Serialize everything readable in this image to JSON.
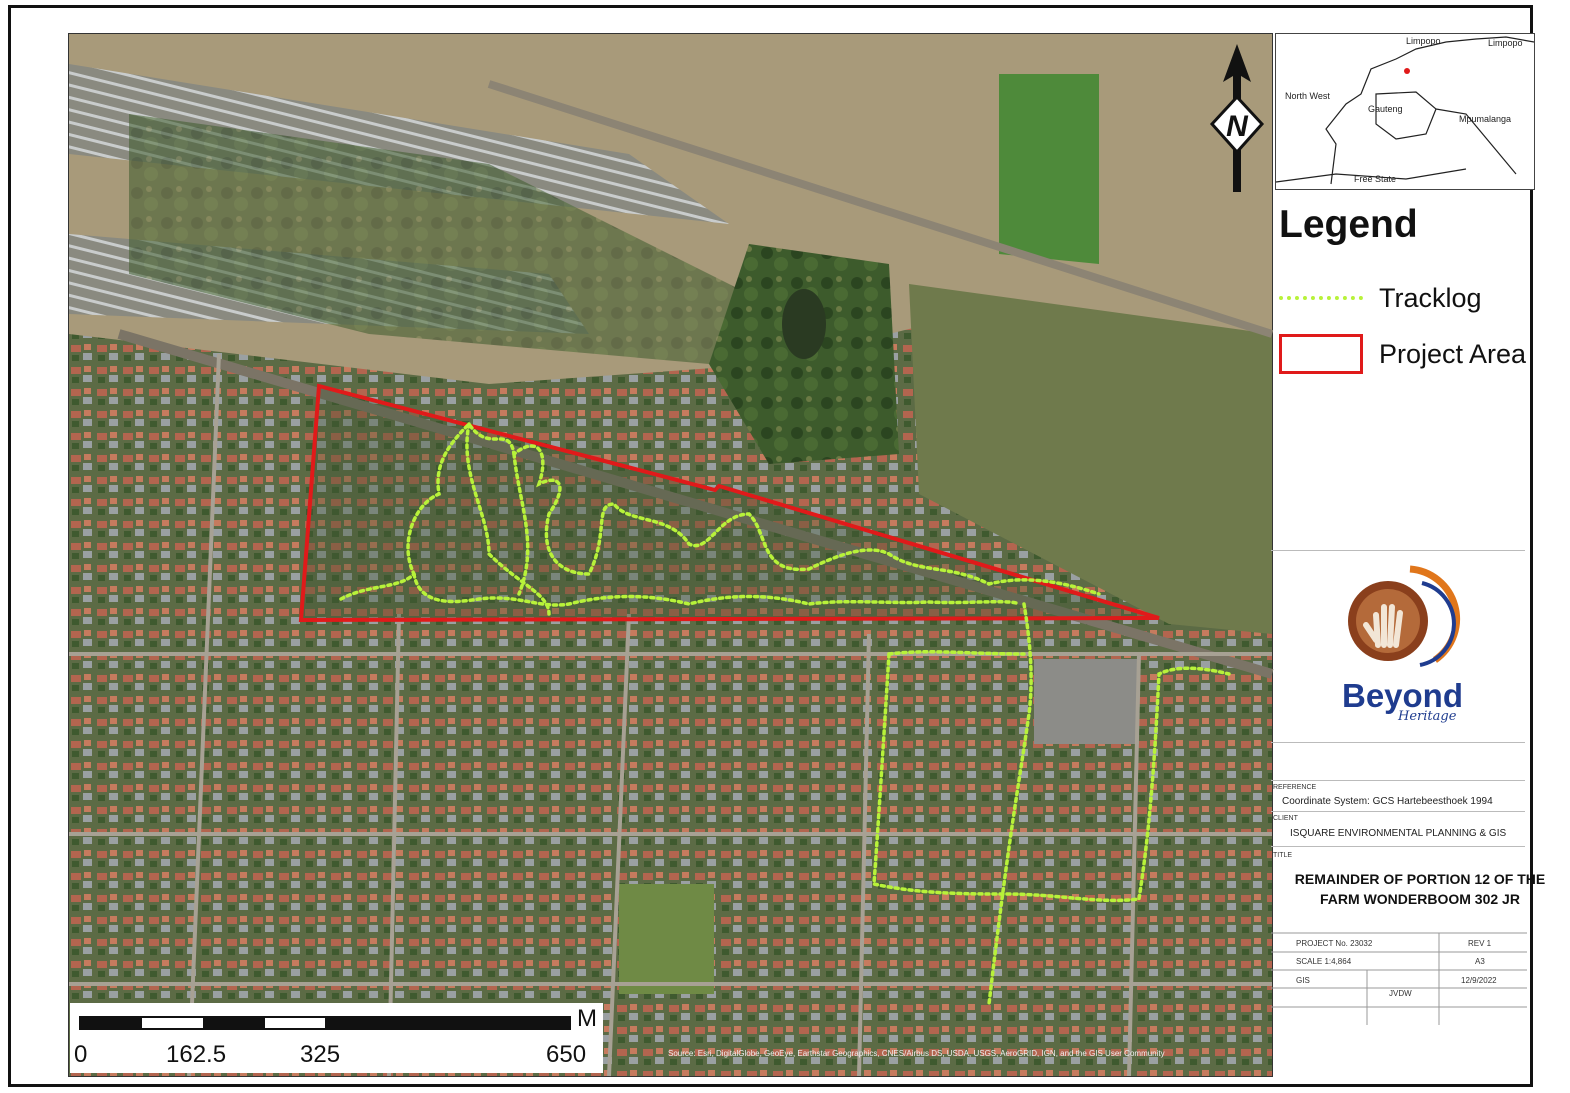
{
  "legend": {
    "title": "Legend",
    "tracklog_label": "Tracklog",
    "project_area_label": "Project Area",
    "tracklog_color": "#b8f23a",
    "project_area_color": "#e01a1a"
  },
  "inset_map": {
    "labels": [
      "Limpopo",
      "Limpopo",
      "North West",
      "Gauteng",
      "Mpumalanga",
      "Free State"
    ]
  },
  "north_arrow": {
    "letter": "N"
  },
  "logo": {
    "name": "Beyond",
    "subtitle": "Heritage"
  },
  "title_block": {
    "reference_label": "REFERENCE",
    "reference_value": "Coordinate System: GCS Hartebeesthoek 1994",
    "client_label": "CLIENT",
    "client_value": "ISQUARE ENVIRONMENTAL PLANNING & GIS",
    "title_label": "TITLE",
    "title_line1": "REMAINDER OF PORTION 12 OF THE",
    "title_line2": "FARM WONDERBOOM 302 JR",
    "project_no": "PROJECT No. 23032",
    "rev": "REV 1",
    "scale": "SCALE  1:4,864",
    "paper": "A3",
    "gis": "GIS",
    "date": "12/9/2022",
    "author": "JVDW"
  },
  "scale_bar": {
    "unit": "M",
    "ticks": [
      "0",
      "162.5",
      "325",
      "650"
    ]
  },
  "attribution": "Source: Esri, DigitalGlobe, GeoEye, Earthstar Geographics, CNES/Airbus DS, USDA, USGS, AeroGRID, IGN, and the GIS User Community",
  "colors": {
    "frame": "#111111",
    "beyond_blue": "#1f3c8f"
  }
}
